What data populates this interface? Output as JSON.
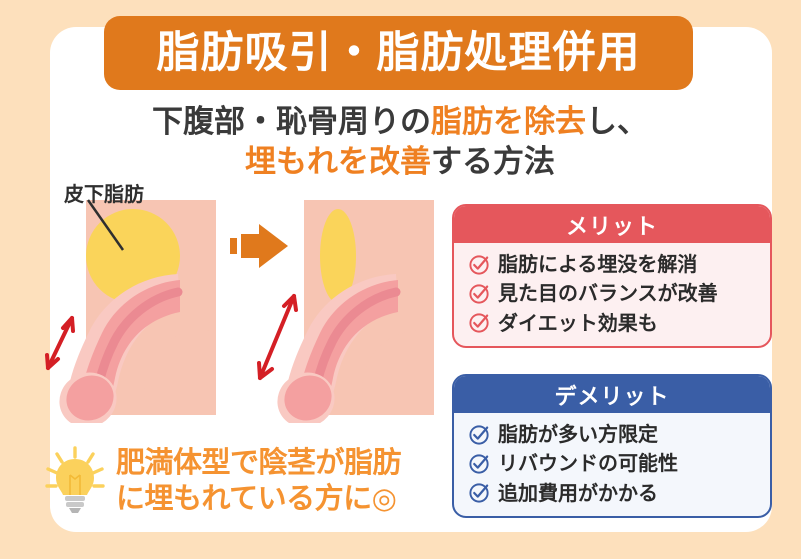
{
  "page": {
    "background_color": "#fde0bc",
    "card_color": "#ffffff"
  },
  "header": {
    "title": "脂肪吸引・脂肪処理併用",
    "banner_color": "#e0791c",
    "title_color": "#ffffff"
  },
  "subtitle": {
    "line1_part1": "下腹部・恥骨周りの",
    "line1_highlight": "脂肪を除去",
    "line1_part2": "し、",
    "line2_highlight": "埋もれを改善",
    "line2_part2": "する方法",
    "highlight_color": "#ef8021",
    "text_color": "#3a3a3a"
  },
  "illustration": {
    "fat_label": "皮下脂肪",
    "before_alt": "術前の断面図",
    "after_alt": "術後の断面図",
    "transition_arrow": "right-arrow",
    "skin_color": "#f7c5b3",
    "fat_color": "#fad45a",
    "organ_color": "#f4a0a0",
    "measure_arrow_color": "#d41f25",
    "transition_arrow_color": "#e0791c"
  },
  "merits": {
    "heading": "メリット",
    "accent_color": "#e5575c",
    "body_color": "#fdf0f1",
    "items": [
      {
        "icon": "check-circle-icon",
        "label": "脂肪による埋没を解消"
      },
      {
        "icon": "check-circle-icon",
        "label": "見た目のバランスが改善"
      },
      {
        "icon": "check-circle-icon",
        "label": "ダイエット効果も"
      }
    ]
  },
  "demerits": {
    "heading": "デメリット",
    "accent_color": "#3a5ea6",
    "body_color": "#f4f7fc",
    "items": [
      {
        "icon": "check-circle-icon",
        "label": "脂肪が多い方限定"
      },
      {
        "icon": "check-circle-icon",
        "label": "リバウンドの可能性"
      },
      {
        "icon": "check-circle-icon",
        "label": "追加費用がかかる"
      }
    ]
  },
  "tip": {
    "icon": "lightbulb-icon",
    "line1": "肥満体型で陰茎が脂肪",
    "line2": "に埋もれている方に◎",
    "text_color": "#f59331"
  }
}
